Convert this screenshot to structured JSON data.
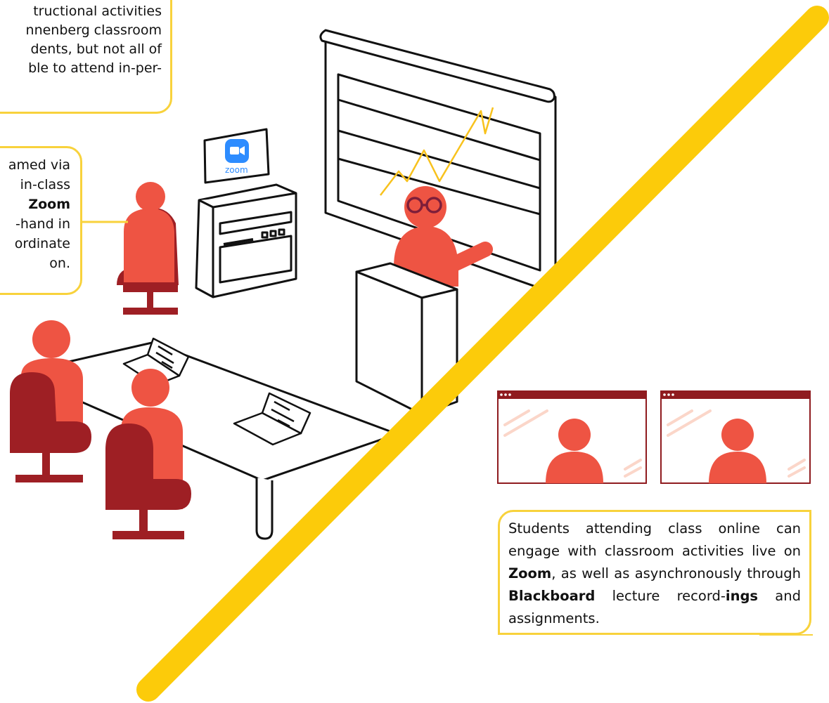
{
  "callouts": {
    "top": {
      "lines": [
        "tructional activities",
        "nnenberg classroom",
        "dents, but not all of",
        "ble to attend in-per-"
      ]
    },
    "middle": {
      "lines": [
        "amed via",
        "in-class",
        "Zoom",
        "-hand in",
        "ordinate",
        "on."
      ]
    },
    "bottom": {
      "p1": "Students attending class online can engage with classroom activities live on ",
      "zoom": "Zoom",
      "p2": ", as well as asynchronously through ",
      "blackboard": "Blackboard",
      "p3": " lecture record-",
      "ings_bold": "ings",
      "p4": " and assignments."
    }
  },
  "screen_logo": {
    "label": "zoom",
    "icon": "zoom-camera-icon"
  },
  "colors": {
    "accent_yellow": "#fccb0a",
    "callout_border": "#f8d23c",
    "person_red": "#ee5443",
    "chair_dark": "#9e1f24",
    "window_dark": "#8f1b1f",
    "zoom_blue": "#2d8cff",
    "line": "#111111"
  },
  "icons": [
    "zoom-camera-icon",
    "laptop-icon",
    "person-icon",
    "video-window-icon",
    "glasses-icon"
  ]
}
